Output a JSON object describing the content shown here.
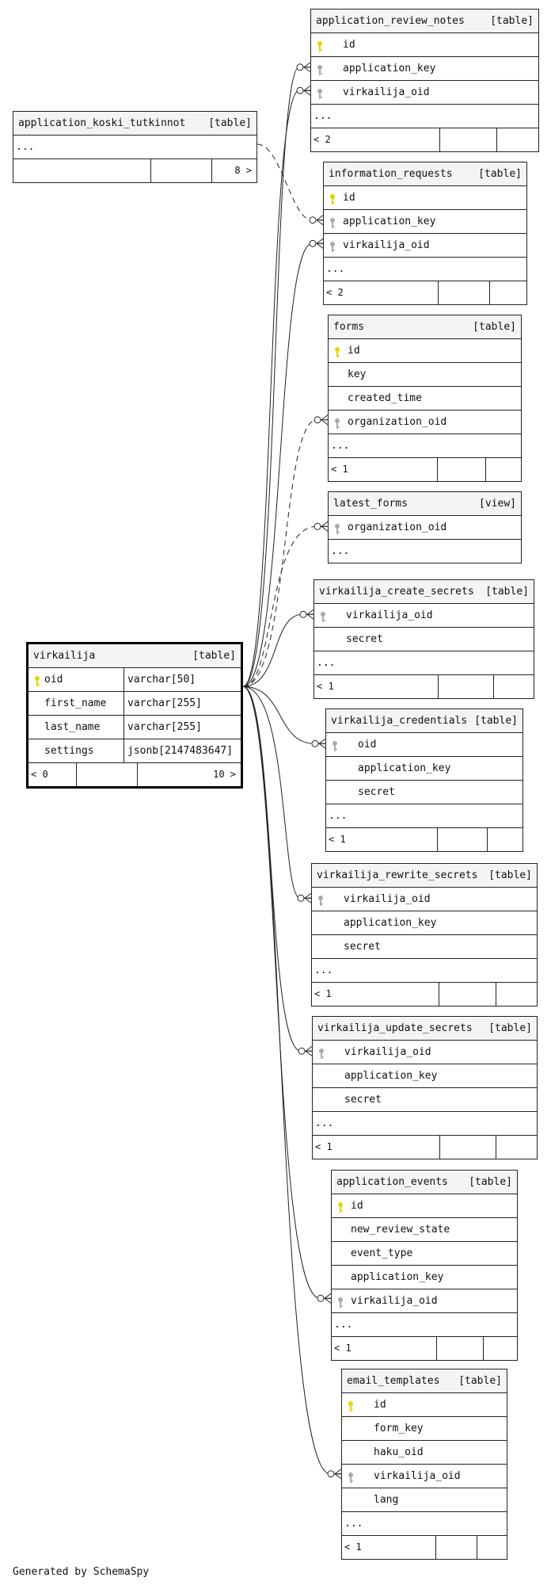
{
  "footer": "Generated by SchemaSpy",
  "colors": {
    "primary_key": "#e6d300",
    "foreign_key": "#aaaaaa",
    "line": "#222222"
  },
  "main_table": {
    "name": "virkailija",
    "kind": "[table]",
    "columns": [
      {
        "name": "oid",
        "type": "varchar[50]",
        "key": "primary"
      },
      {
        "name": "first_name",
        "type": "varchar[255]",
        "key": ""
      },
      {
        "name": "last_name",
        "type": "varchar[255]",
        "key": ""
      },
      {
        "name": "settings",
        "type": "jsonb[2147483647]",
        "key": ""
      }
    ],
    "footer_left": "< 0",
    "footer_right": "10 >"
  },
  "tables": [
    {
      "name": "application_review_notes",
      "kind": "[table]",
      "columns": [
        {
          "name": "id",
          "key": "primary"
        },
        {
          "name": "application_key",
          "key": "foreign"
        },
        {
          "name": "virkailija_oid",
          "key": "foreign"
        }
      ],
      "more": "...",
      "footer_left": "< 2",
      "footer_right": ""
    },
    {
      "name": "application_koski_tutkinnot",
      "kind": "[table]",
      "columns": [],
      "more": "...",
      "footer_left": "",
      "footer_right": "8 >"
    },
    {
      "name": "information_requests",
      "kind": "[table]",
      "columns": [
        {
          "name": "id",
          "key": "primary"
        },
        {
          "name": "application_key",
          "key": "foreign"
        },
        {
          "name": "virkailija_oid",
          "key": "foreign"
        }
      ],
      "more": "...",
      "footer_left": "< 2",
      "footer_right": ""
    },
    {
      "name": "forms",
      "kind": "[table]",
      "columns": [
        {
          "name": "id",
          "key": "primary"
        },
        {
          "name": "key",
          "key": ""
        },
        {
          "name": "created_time",
          "key": ""
        },
        {
          "name": "organization_oid",
          "key": "foreign"
        }
      ],
      "more": "...",
      "footer_left": "< 1",
      "footer_right": ""
    },
    {
      "name": "latest_forms",
      "kind": "[view]",
      "columns": [
        {
          "name": "organization_oid",
          "key": "foreign"
        }
      ],
      "more": "...",
      "footer_left": null,
      "footer_right": null
    },
    {
      "name": "virkailija_create_secrets",
      "kind": "[table]",
      "columns": [
        {
          "name": "virkailija_oid",
          "key": "foreign"
        },
        {
          "name": "secret",
          "key": ""
        }
      ],
      "more": "...",
      "footer_left": "< 1",
      "footer_right": ""
    },
    {
      "name": "virkailija_credentials",
      "kind": "[table]",
      "columns": [
        {
          "name": "oid",
          "key": "foreign"
        },
        {
          "name": "application_key",
          "key": ""
        },
        {
          "name": "secret",
          "key": ""
        }
      ],
      "more": "...",
      "footer_left": "< 1",
      "footer_right": ""
    },
    {
      "name": "virkailija_rewrite_secrets",
      "kind": "[table]",
      "columns": [
        {
          "name": "virkailija_oid",
          "key": "foreign"
        },
        {
          "name": "application_key",
          "key": ""
        },
        {
          "name": "secret",
          "key": ""
        }
      ],
      "more": "...",
      "footer_left": "< 1",
      "footer_right": ""
    },
    {
      "name": "virkailija_update_secrets",
      "kind": "[table]",
      "columns": [
        {
          "name": "virkailija_oid",
          "key": "foreign"
        },
        {
          "name": "application_key",
          "key": ""
        },
        {
          "name": "secret",
          "key": ""
        }
      ],
      "more": "...",
      "footer_left": "< 1",
      "footer_right": ""
    },
    {
      "name": "application_events",
      "kind": "[table]",
      "columns": [
        {
          "name": "id",
          "key": "primary"
        },
        {
          "name": "new_review_state",
          "key": ""
        },
        {
          "name": "event_type",
          "key": ""
        },
        {
          "name": "application_key",
          "key": ""
        },
        {
          "name": "virkailija_oid",
          "key": "foreign"
        }
      ],
      "more": "...",
      "footer_left": "< 1",
      "footer_right": ""
    },
    {
      "name": "email_templates",
      "kind": "[table]",
      "columns": [
        {
          "name": "id",
          "key": "primary"
        },
        {
          "name": "form_key",
          "key": ""
        },
        {
          "name": "haku_oid",
          "key": ""
        },
        {
          "name": "virkailija_oid",
          "key": "foreign"
        },
        {
          "name": "lang",
          "key": ""
        }
      ],
      "more": "...",
      "footer_left": "< 1",
      "footer_right": ""
    }
  ]
}
